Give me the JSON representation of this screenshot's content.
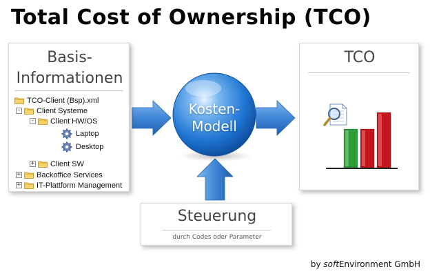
{
  "title": "Total Cost of Ownership (TCO)",
  "basis": {
    "heading_line1": "Basis-",
    "heading_line2": "Informationen",
    "tree": [
      {
        "label": "TCO-Client (Bsp).xml",
        "icon": "folder-icon",
        "expander": ""
      },
      {
        "label": "Client Systeme",
        "icon": "folder-icon",
        "expander": "-"
      },
      {
        "label": "Client HW/OS",
        "icon": "folder-icon",
        "expander": "-"
      },
      {
        "label": "Laptop",
        "icon": "gear-icon",
        "expander": ""
      },
      {
        "label": "Desktop",
        "icon": "gear-icon",
        "expander": ""
      },
      {
        "label": "Client SW",
        "icon": "folder-icon",
        "expander": "+"
      },
      {
        "label": "Backoffice Services",
        "icon": "folder-icon",
        "expander": "+"
      },
      {
        "label": "IT-Plattform Management",
        "icon": "folder-icon",
        "expander": "+"
      }
    ]
  },
  "model": {
    "line1": "Kosten-",
    "line2": "Modell"
  },
  "tco": {
    "heading": "TCO",
    "bars": [
      {
        "value": 0.56,
        "color": "#2f9c3a"
      },
      {
        "value": 0.56,
        "color": "#c4161c"
      },
      {
        "value": 0.8,
        "color": "#c4161c"
      }
    ]
  },
  "steuerung": {
    "heading": "Steuerung",
    "subtitle": "durch Codes oder Parameter"
  },
  "credit": {
    "prefix": "by ",
    "brand_italic": "soft",
    "brand_rest": "Environment GmbH"
  },
  "colors": {
    "arrow_blue": "#3f86d6",
    "sphere_blue": "#1f75d2",
    "folder_yellow": "#f2c94c",
    "bar_green": "#2f9c3a",
    "bar_red": "#c4161c"
  }
}
